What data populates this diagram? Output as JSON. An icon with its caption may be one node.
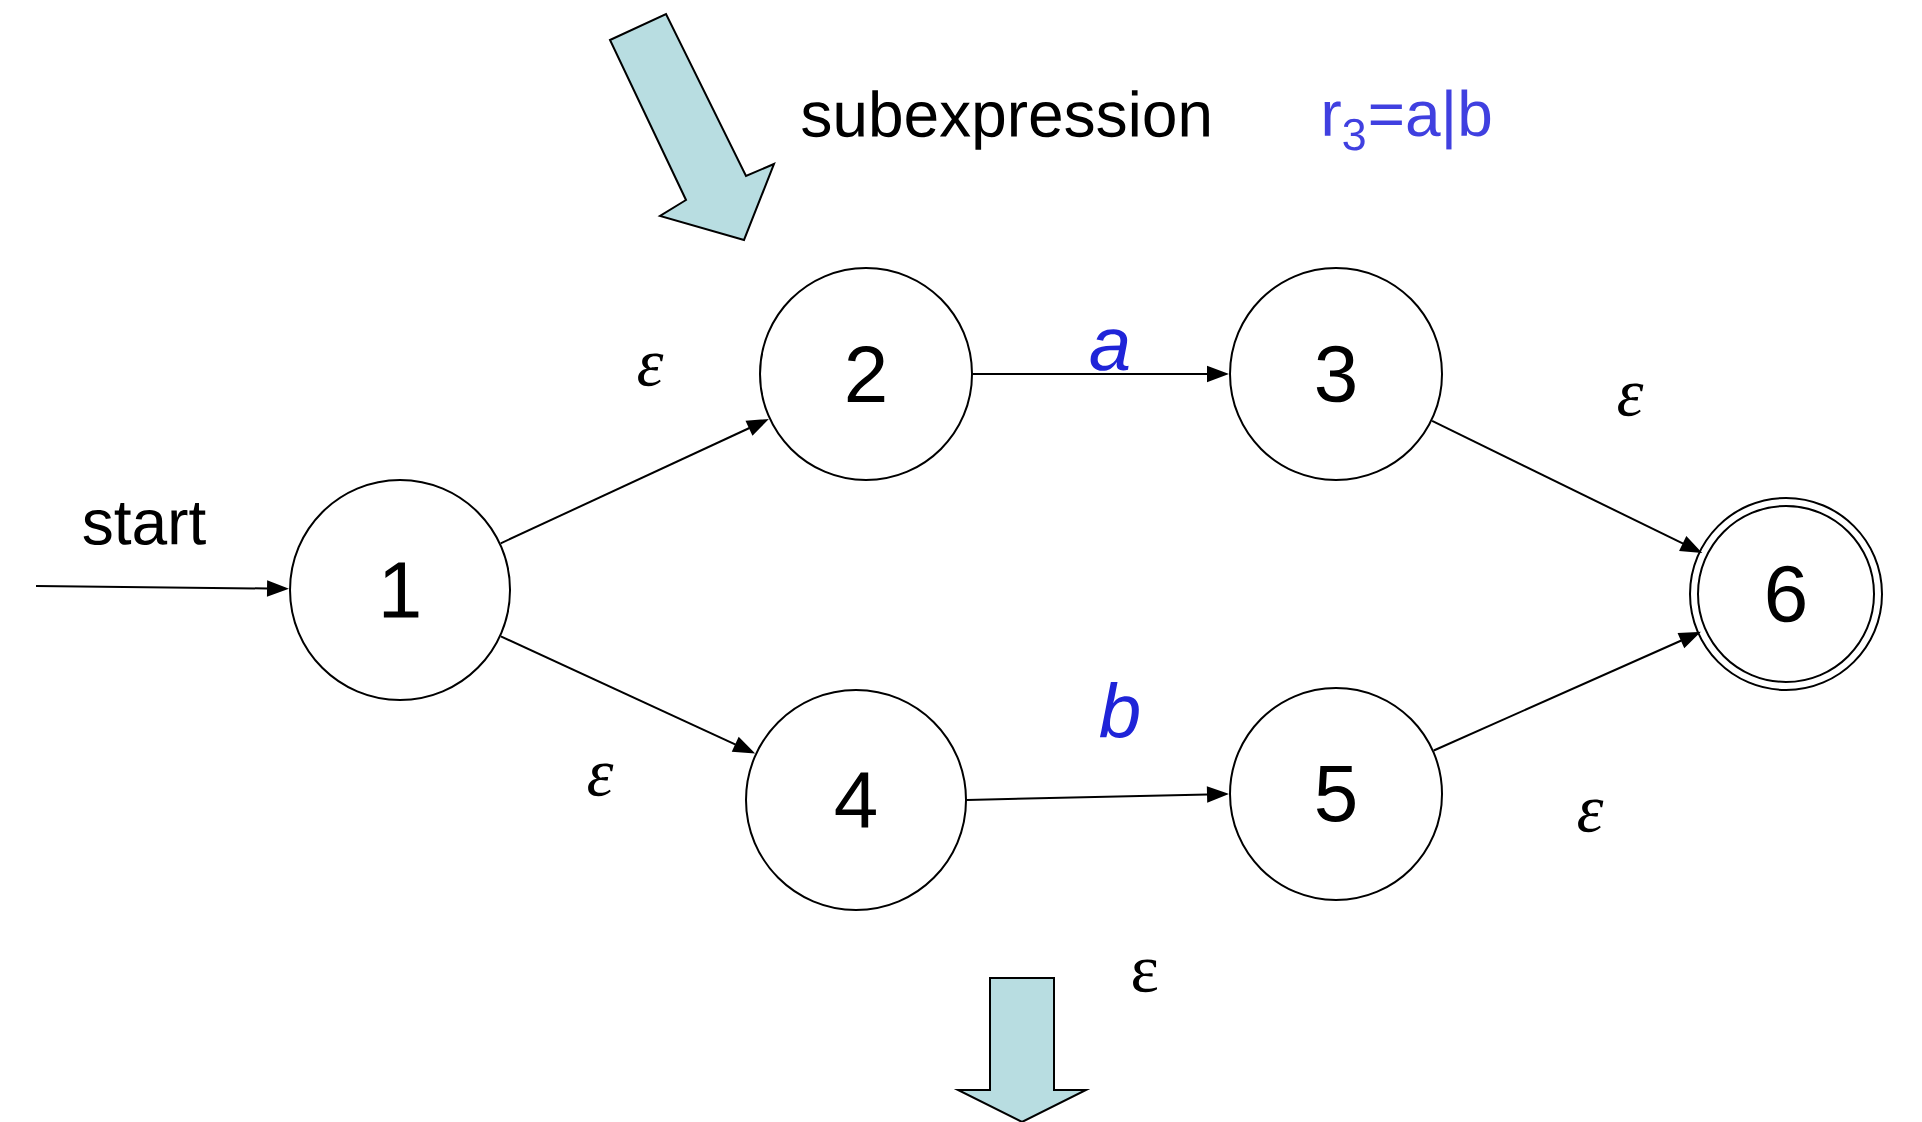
{
  "diagram": {
    "nodes": [
      {
        "text": [
          "1"
        ]
      },
      {
        "text": [
          "2"
        ]
      },
      {
        "text": [
          "3"
        ]
      },
      {
        "text": [
          "4"
        ]
      },
      {
        "text": [
          "5"
        ]
      },
      {
        "text": [
          "6"
        ]
      }
    ],
    "edges": [
      {
        "from": null,
        "to": 0,
        "arrow": "to",
        "label": "start"
      },
      {
        "from": 0,
        "to": 1,
        "arrow": "to",
        "label": "ε"
      },
      {
        "from": 0,
        "to": 3,
        "arrow": "to",
        "label": "ε"
      },
      {
        "from": 1,
        "to": 2,
        "arrow": "to",
        "label": "a"
      },
      {
        "from": 3,
        "to": 4,
        "arrow": "to",
        "label": "b"
      },
      {
        "from": 2,
        "to": 5,
        "arrow": "to",
        "label": "ε"
      },
      {
        "from": 4,
        "to": 5,
        "arrow": "to",
        "label": "ε"
      }
    ],
    "labels": [
      "subexpression",
      "r$_{3}$=a|b",
      "ε"
    ]
  }
}
